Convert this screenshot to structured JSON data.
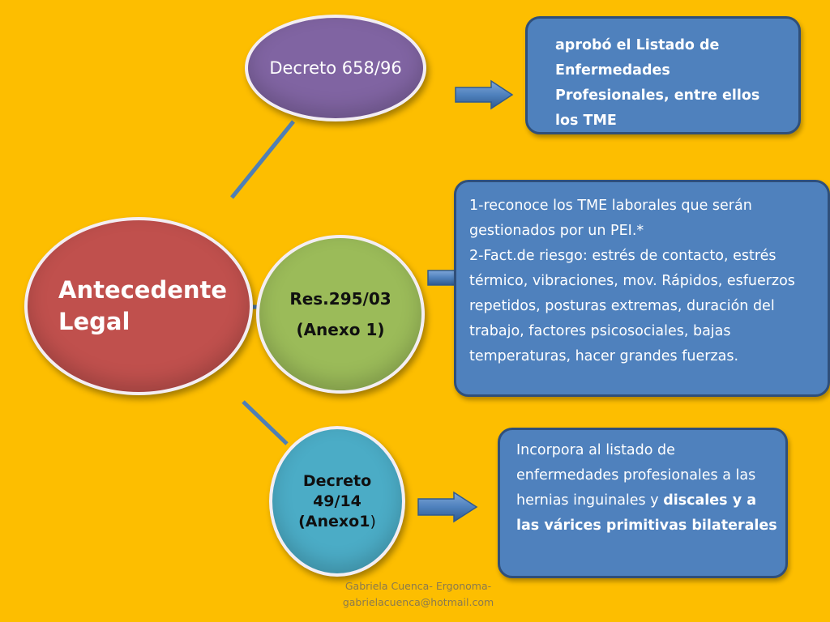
{
  "nodes": {
    "root": {
      "line1": "Antecedente",
      "line2": "Legal"
    },
    "decreto_658": {
      "label": "Decreto 658/96"
    },
    "res_295": {
      "line1": "Res.295/03",
      "line2": "(Anexo 1)"
    },
    "decreto_49": {
      "line1": "Decreto",
      "line2": "49/14",
      "line3": "(Anexo1",
      "line3_close": ")"
    }
  },
  "boxes": {
    "decreto_658_desc": "aprobó el Listado de Enfermedades Profesionales, entre ellos los TME",
    "res_295_desc": {
      "item1": "1-reconoce los TME laborales  que  serán gestionados por un PEI.*",
      "item2": "2-Fact.de  riesgo: estrés de contacto, estrés térmico, vibraciones,  mov. Rápidos, esfuerzos repetidos, posturas extremas, duración del trabajo, factores psicosociales, bajas temperaturas, hacer grandes fuerzas."
    },
    "decreto_49_desc": {
      "normal": "Incorpora al listado de enfermedades profesionales a las hernias inguinales y",
      "bold": "discales y a las várices primitivas bilaterales"
    }
  },
  "footer": {
    "line1": "Gabriela Cuenca- Ergonoma-",
    "line2": "gabrielacuenca@hotmail.com"
  },
  "colors": {
    "background": "#fdbe00",
    "root": "#c0504d",
    "decreto_658": "#8064a2",
    "res_295": "#9bbb59",
    "decreto_49": "#4bacc6",
    "boxes": "#4f81bd",
    "arrows": "#4f81bd"
  }
}
